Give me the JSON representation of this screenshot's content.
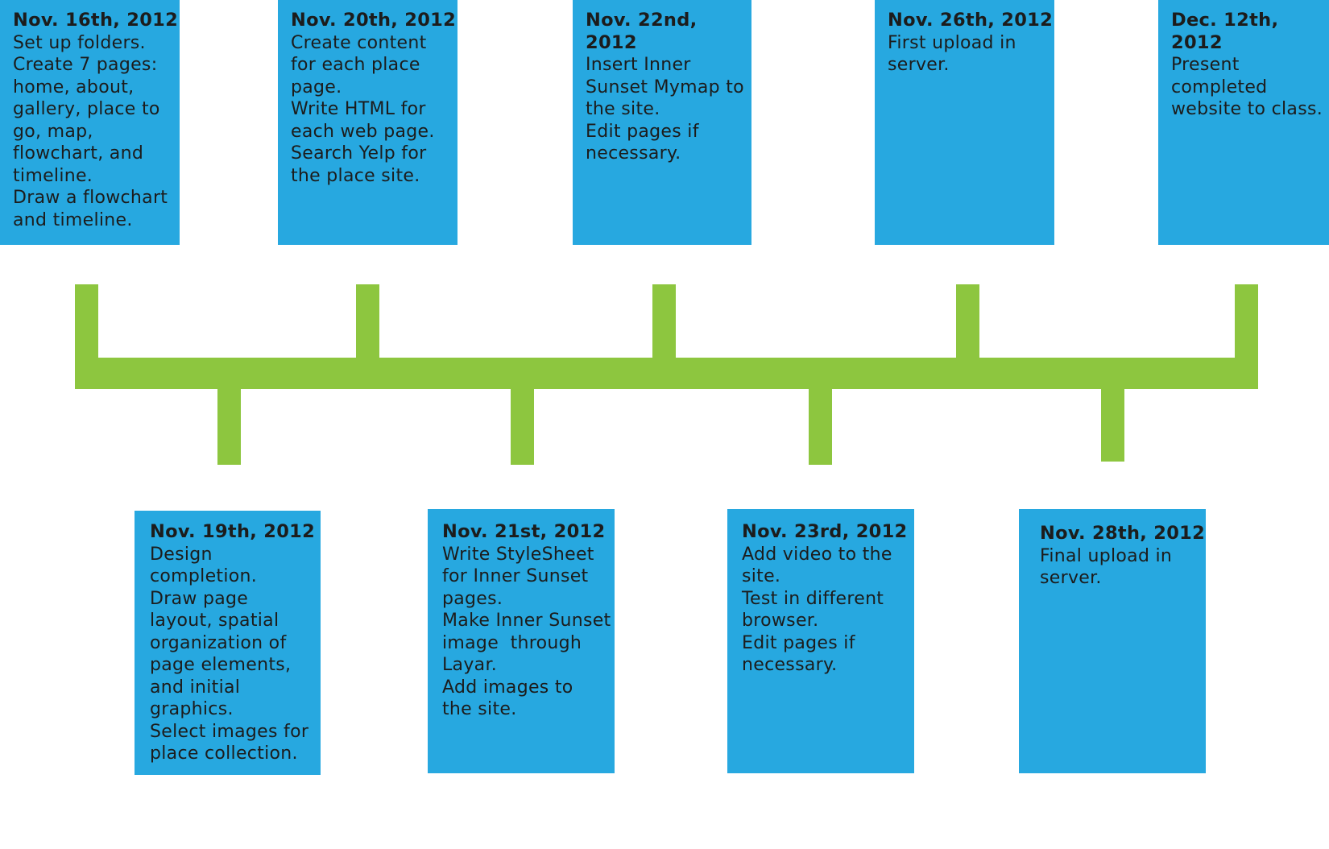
{
  "colors": {
    "card_fill": "#27a8e0",
    "timeline": "#8dc63f",
    "text": "#1c1c1c",
    "background": "#ffffff"
  },
  "events": [
    {
      "date": "Nov. 16th, 2012",
      "lines": [
        "Set up folders.",
        "Create 7 pages:",
        "home, about,",
        "gallery, place to",
        "go, map,",
        "flowchart, and",
        "timeline.",
        "Draw a flowchart",
        "and timeline."
      ]
    },
    {
      "date": "Nov. 19th, 2012",
      "lines": [
        "Design",
        "completion.",
        "Draw page",
        "layout, spatial",
        "organization of",
        "page elements,",
        "and initial",
        "graphics.",
        "Select images for",
        "place collection."
      ]
    },
    {
      "date": "Nov. 20th, 2012",
      "lines": [
        "Create content",
        "for each place",
        "page.",
        "Write HTML for",
        "each web page.",
        "Search Yelp for",
        "the place site."
      ]
    },
    {
      "date": "Nov. 21st, 2012",
      "lines": [
        "Write StyleSheet",
        "for Inner Sunset",
        "pages.",
        "Make Inner Sunset",
        "image  through",
        "Layar.",
        "Add images to",
        "the site."
      ]
    },
    {
      "date": "Nov. 22nd, 2012",
      "lines": [
        "Insert Inner",
        "Sunset Mymap to",
        "the site.",
        "Edit pages if",
        "necessary."
      ]
    },
    {
      "date": "Nov. 23rd, 2012",
      "lines": [
        "Add video to the",
        "site.",
        "Test in different",
        "browser.",
        "Edit pages if",
        "necessary."
      ]
    },
    {
      "date": "Nov. 26th, 2012",
      "lines": [
        "First upload in",
        "server."
      ]
    },
    {
      "date": "Nov. 28th, 2012",
      "lines": [
        "Final upload in",
        "server."
      ]
    },
    {
      "date": "Dec. 12th, 2012",
      "lines": [
        "Present",
        "completed",
        "website to class."
      ]
    }
  ]
}
